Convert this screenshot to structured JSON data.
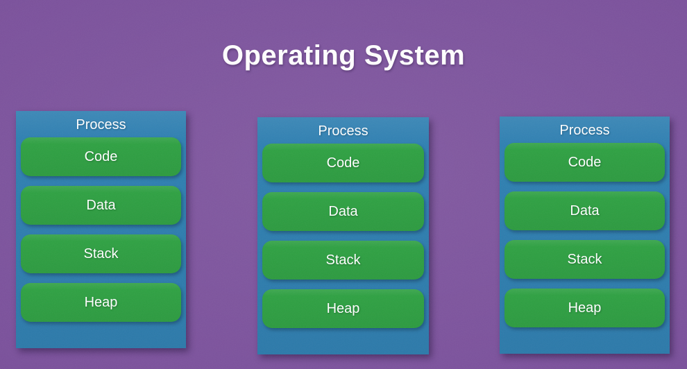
{
  "title": "Operating System",
  "colors": {
    "background": "#7b519c",
    "process_fill": "#2f80b2",
    "segment_fill": "#2fa143",
    "text": "#ffffff"
  },
  "processes": [
    {
      "label": "Process",
      "segments": [
        "Code",
        "Data",
        "Stack",
        "Heap"
      ]
    },
    {
      "label": "Process",
      "segments": [
        "Code",
        "Data",
        "Stack",
        "Heap"
      ]
    },
    {
      "label": "Process",
      "segments": [
        "Code",
        "Data",
        "Stack",
        "Heap"
      ]
    }
  ]
}
